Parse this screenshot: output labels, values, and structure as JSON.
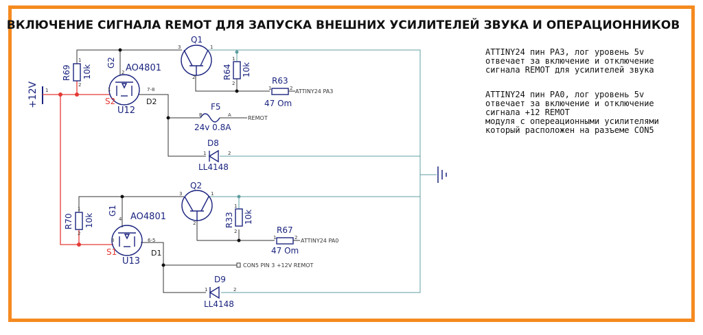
{
  "title": "ВКЛЮЧЕНИЕ СИГНАЛА REMOT ДЛЯ ЗАПУСКА ВНЕШНИХ УСИЛИТЕЛЕЙ ЗВУКА И ОПЕРАЦИОННИКОВ",
  "colors": {
    "border": "#f58a1f",
    "component": "#1a237e",
    "power_net": "#e53935",
    "net": "#333333",
    "ground_net": "#5f9ea0"
  },
  "power": {
    "label": "+12V",
    "pin": "1"
  },
  "top": {
    "r_pullup": {
      "ref": "R69",
      "value": "10k",
      "pin1": "1",
      "pin2": "2"
    },
    "mosfet": {
      "ref": "U12",
      "part": "AO4801",
      "gate": "G2",
      "source": "S2",
      "drain": "D2",
      "pin_s": "1",
      "pin_g": "2",
      "pin_d": "7-8"
    },
    "transistor": {
      "ref": "Q1",
      "pin_c": "3",
      "pin_e": "1",
      "pin_b": "2"
    },
    "r_base": {
      "ref": "R64",
      "value": "10k",
      "pin1": "1",
      "pin2": "2"
    },
    "r_series": {
      "ref": "R63",
      "value": "47 Om",
      "pin1": "1",
      "pin2": "2",
      "net": "ATTINY24 PA3"
    },
    "fuse": {
      "ref": "F5",
      "value": "24v 0.8A",
      "pin_b": "B",
      "pin_a": "A",
      "net": "REMOT"
    },
    "diode": {
      "ref": "D8",
      "part": "LL4148",
      "pin1": "1",
      "pin2": "2"
    }
  },
  "bottom": {
    "r_pullup": {
      "ref": "R70",
      "value": "10k",
      "pin1": "1",
      "pin2": "2"
    },
    "mosfet": {
      "ref": "U13",
      "part": "AO4801",
      "gate": "G1",
      "source": "S1",
      "drain": "D1",
      "pin_s": "3",
      "pin_g": "4",
      "pin_d": "6-5"
    },
    "transistor": {
      "ref": "Q2",
      "pin_c": "3",
      "pin_e": "1",
      "pin_b": "2"
    },
    "r_base": {
      "ref": "R33",
      "value": "10k",
      "pin1": "1",
      "pin2": "2"
    },
    "r_series": {
      "ref": "R67",
      "value": "47 Om",
      "pin1": "1",
      "pin2": "2",
      "net": "ATTINY24 PA0"
    },
    "connector_net": "CON5 PIN 3 +12V REMOT",
    "diode": {
      "ref": "D9",
      "part": "LL4148",
      "pin1": "1",
      "pin2": "2"
    }
  },
  "notes": [
    [
      "ATTINY24 пин PA3, лог уровень 5v",
      "отвечает за включение и отключение",
      "сигнала REMOT для усилителей звука"
    ],
    [
      "ATTINY24 пин PA0, лог уровень 5v",
      "отвечает за включение и отключение",
      "сигнала +12 REMOT",
      "модуля с опереационными усилителями",
      "который расположен на разъеме CON5"
    ]
  ]
}
